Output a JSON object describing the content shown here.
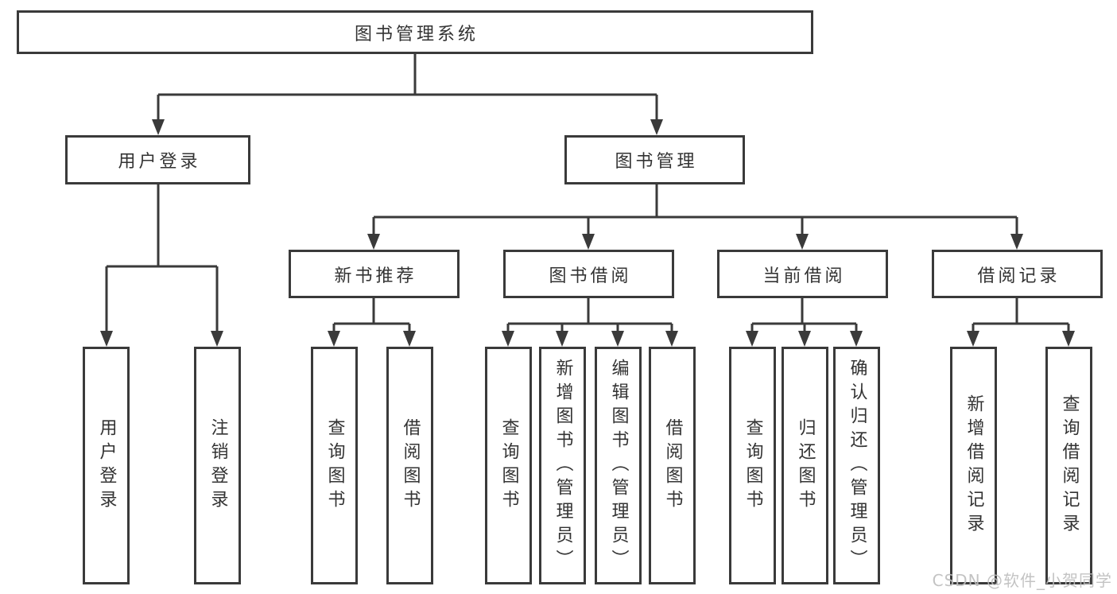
{
  "diagram": {
    "root": "图书管理系统",
    "level2": {
      "user_login": "用户登录",
      "book_management": "图书管理"
    },
    "level3": {
      "new_book": "新书推荐",
      "book_borrow": "图书借阅",
      "current_borrow": "当前借阅",
      "borrow_record": "借阅记录"
    },
    "leaves": {
      "user_login": [
        "用户登录",
        "注销登录"
      ],
      "new_book": [
        "查询图书",
        "借阅图书"
      ],
      "book_borrow": [
        "查询图书",
        "新增图书（管理员）",
        "编辑图书（管理员）",
        "借阅图书"
      ],
      "current_borrow": [
        "查询图书",
        "归还图书",
        "确认归还（管理员）"
      ],
      "borrow_record": [
        "新增借阅记录",
        "查询借阅记录"
      ]
    },
    "line_color": "#3a3a3a"
  },
  "watermark": {
    "text": "CSDN @软件_小贺同学",
    "color": "#bdbdbd"
  }
}
